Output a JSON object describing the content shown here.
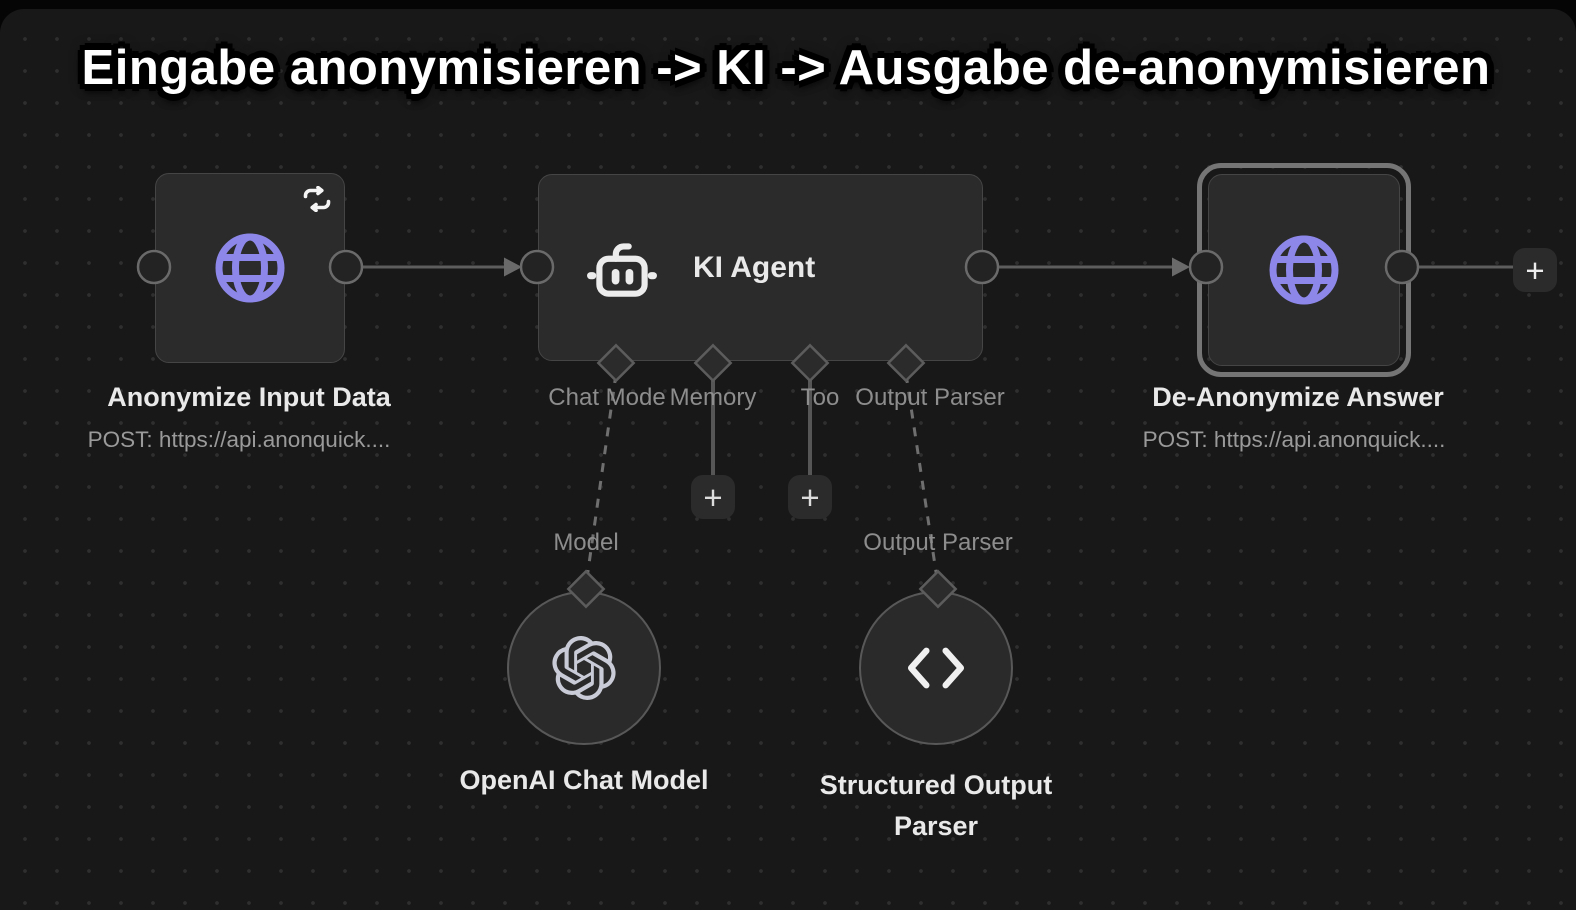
{
  "title": "Eingabe anonymisieren -> KI -> Ausgabe de-anonymisieren",
  "colors": {
    "canvas_bg": "#181818",
    "node_bg": "#2b2b2b",
    "accent_purple": "#8c87e8",
    "connector_line": "#5d5d5d",
    "label_muted": "#8d8d8d",
    "label_bright": "#e9e9e9",
    "selected_outline": "#757575"
  },
  "nodes": {
    "anonymize": {
      "label": "Anonymize Input Data",
      "subtitle": "POST: https://api.anonquick....",
      "icon": "globe-icon",
      "badge_icon": "repeat-icon"
    },
    "agent": {
      "label": "KI Agent",
      "icon": "robot-icon",
      "ports": [
        {
          "label": "Chat Mode"
        },
        {
          "label": "Memory"
        },
        {
          "label": "Too"
        },
        {
          "label": "Output Parser"
        }
      ]
    },
    "deanonymize": {
      "label": "De-Anonymize Answer",
      "subtitle": "POST: https://api.anonquick....",
      "icon": "globe-icon",
      "selected": true
    },
    "openai": {
      "port_label": "Model",
      "label": "OpenAI Chat Model",
      "icon": "openai-icon"
    },
    "parser": {
      "port_label": "Output Parser",
      "label": "Structured Output Parser",
      "icon": "code-brackets-icon"
    }
  },
  "buttons": {
    "add_memory": "+",
    "add_tool": "+",
    "add_next": "+"
  }
}
